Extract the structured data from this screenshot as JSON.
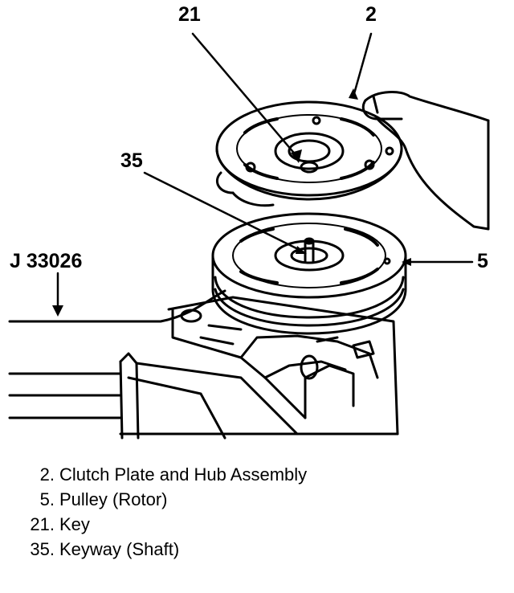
{
  "callouts": {
    "key": "21",
    "clutch_plate": "2",
    "keyway": "35",
    "tool": "J 33026",
    "pulley": "5"
  },
  "legend": [
    {
      "num": "2.",
      "text": "Clutch Plate and Hub Assembly"
    },
    {
      "num": "5.",
      "text": "Pulley (Rotor)"
    },
    {
      "num": "21.",
      "text": "Key"
    },
    {
      "num": "35.",
      "text": "Keyway (Shaft)"
    }
  ]
}
